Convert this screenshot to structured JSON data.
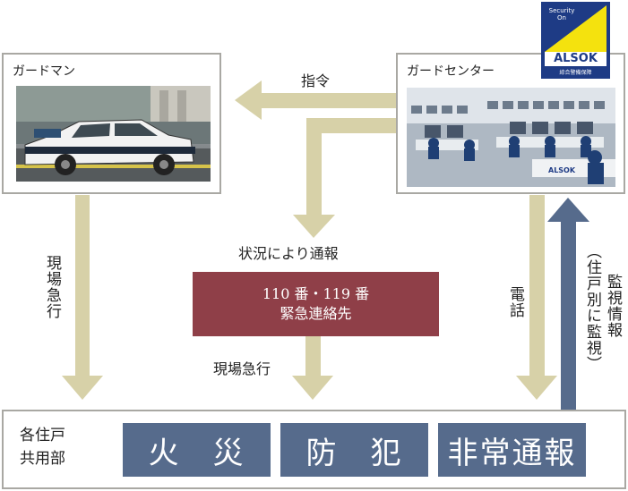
{
  "guardman": {
    "title": "ガードマン"
  },
  "guard_center": {
    "title": "ガードセンター"
  },
  "logo": {
    "top_text_line1": "Security",
    "top_text_line2": "On",
    "brand": "ALSOK",
    "sub": "綜合警備保障"
  },
  "flows": {
    "command": "指令",
    "report_by_situation": "状況により通報",
    "rush_to_site_left": "現場急行",
    "rush_to_site_center": "現場急行",
    "phone": "電話",
    "monitoring_info": "監視情報",
    "monitoring_per_unit": "（住戸別に監視）"
  },
  "emergency": {
    "line1": "110 番・119 番",
    "line2": "緊急連絡先"
  },
  "bottom": {
    "area_line1": "各住戸",
    "area_line2": "共用部",
    "categories": [
      "火　災",
      "防　犯",
      "非常通報"
    ]
  },
  "colors": {
    "arrow": "#d7d1a8",
    "monitor_arrow": "#566b8c",
    "category_bg": "#566b8c",
    "emergency_bg": "#8f3f48",
    "border": "#a9a8a3"
  }
}
